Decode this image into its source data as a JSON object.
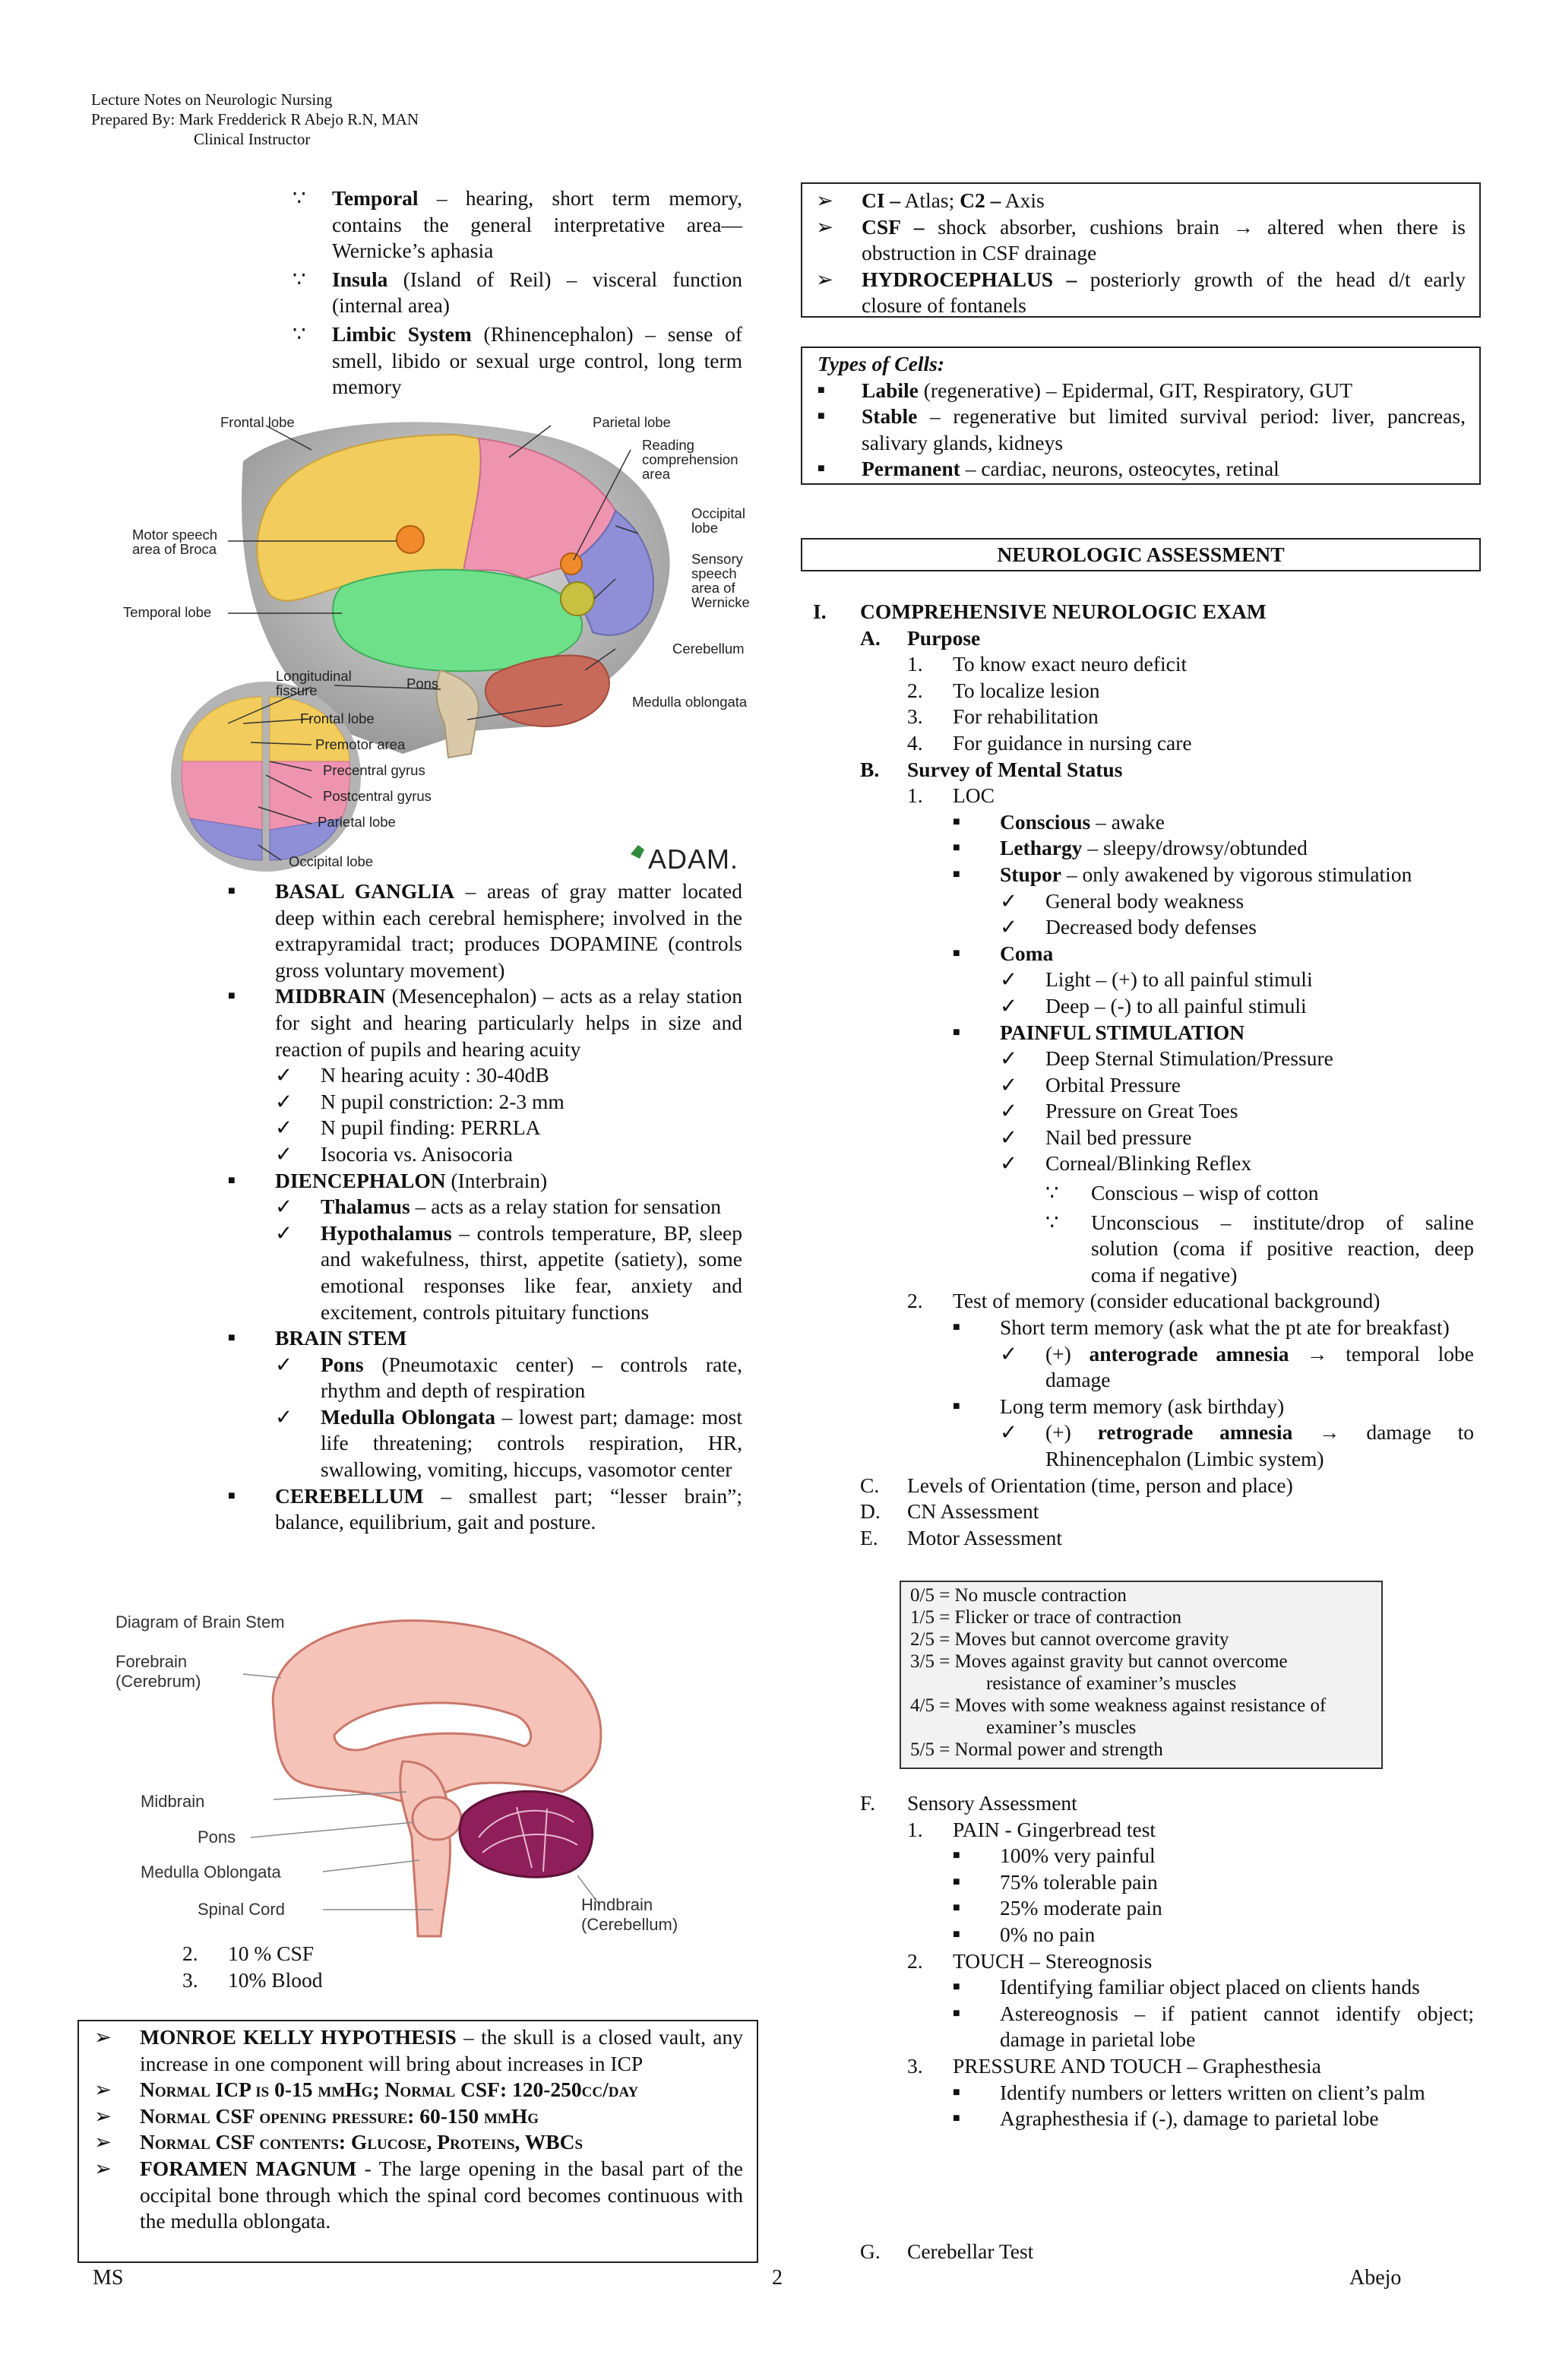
{
  "header": {
    "line1": "Lecture Notes on Neurologic Nursing",
    "line2": "Prepared By: Mark Fredderick R Abejo R.N, MAN",
    "line3": "Clinical Instructor"
  },
  "left_top": {
    "items": [
      {
        "term": "Temporal",
        "text": " – hearing, short term memory, contains the general interpretative area— Wernicke’s aphasia"
      },
      {
        "term": "Insula",
        "text": " (Island of Reil) – visceral function (internal area)"
      },
      {
        "term": "Limbic System",
        "text": " (Rhinencephalon) – sense of smell, libido or sexual urge control, long term memory"
      }
    ]
  },
  "brain_figure": {
    "labels": {
      "frontal": "Frontal lobe",
      "parietal": "Parietal lobe",
      "reading1": "Reading",
      "reading2": "comprehension",
      "reading3": "area",
      "occipital1": "Occipital",
      "occipital2": "lobe",
      "motor1": "Motor speech",
      "motor2": "area of Broca",
      "sensory1": "Sensory",
      "sensory2": "speech",
      "sensory3": "area of",
      "sensory4": "Wernicke",
      "temporal": "Temporal lobe",
      "cerebellum": "Cerebellum",
      "longitudinal1": "Longitudinal",
      "longitudinal2": "fissure",
      "pons": "Pons",
      "medulla": "Medulla oblongata",
      "frontal2": "Frontal lobe",
      "premotor": "Premotor area",
      "precentral": "Precentral gyrus",
      "postcentral": "Postcentral gyrus",
      "parietal2": "Parietal lobe",
      "occipital3": "Occipital lobe"
    },
    "logo": "ADAM."
  },
  "left_mid": {
    "basal": {
      "term": "BASAL GANGLIA",
      "text": " – areas of gray matter located deep within each cerebral hemisphere; involved in the extrapyramidal tract; produces DOPAMINE (controls gross voluntary movement)"
    },
    "midbrain": {
      "term": "MIDBRAIN",
      "text": " (Mesencephalon) – acts as a relay station for sight and hearing particularly helps in size and reaction of pupils and hearing acuity"
    },
    "midbrain_checks": [
      "N hearing acuity : 30-40dB",
      "N pupil constriction: 2-3 mm",
      "N pupil finding: PERRLA",
      "Isocoria vs. Anisocoria"
    ],
    "diencephalon": {
      "term": "DIENCEPHALON",
      "text": " (Interbrain)"
    },
    "thalamus": {
      "term": "Thalamus",
      "text": " – acts as a relay station for sensation"
    },
    "hypothalamus": {
      "term": "Hypothalamus",
      "text": " – controls temperature, BP, sleep and wakefulness, thirst, appetite (satiety), some emotional responses like fear, anxiety and excitement, controls pituitary functions"
    },
    "brainstem": {
      "term": "BRAIN STEM"
    },
    "pons": {
      "term": "Pons",
      "text": " (Pneumotaxic center) – controls rate, rhythm and depth of respiration"
    },
    "medulla": {
      "term": "Medulla Oblongata",
      "text": " – lowest part; damage: most life threatening; controls respiration, HR, swallowing, vomiting, hiccups, vasomotor center"
    },
    "cerebellum": {
      "term": "CEREBELLUM",
      "text": " – smallest part; “lesser brain”; balance, equilibrium, gait and posture."
    }
  },
  "stem_figure": {
    "title": "Diagram of Brain Stem",
    "forebrain1": "Forebrain",
    "forebrain2": "(Cerebrum)",
    "midbrain": "Midbrain",
    "pons": "Pons",
    "medulla": "Medulla Oblongata",
    "spinal": "Spinal Cord",
    "hindbrain1": "Hindbrain",
    "hindbrain2": "(Cerebellum)"
  },
  "left_bottom": {
    "numbered": [
      {
        "num": "2.",
        "text": "10 % CSF"
      },
      {
        "num": "3.",
        "text": "10% Blood"
      }
    ],
    "box": {
      "monroe": {
        "term": "MONROE KELLY HYPOTHESIS",
        "text": " – the skull is a closed vault, any increase in one component will bring about increases in ICP"
      },
      "icp": "Normal ICP is 0-15 mmHg; Normal CSF: 120-250cc/day",
      "opening": "Normal CSF opening pressure: 60-150 mmHg",
      "contents": "Normal CSF contents: Glucose, Proteins, WBCs",
      "foramen": {
        "term": "FORAMEN MAGNUM",
        "text": " - The large opening in the basal part of the occipital bone through which the spinal cord becomes continuous with the medulla oblongata."
      }
    }
  },
  "right_box1": {
    "ci_a": "CI –",
    "ci_b": " Atlas; ",
    "ci_c": "C2 –",
    "ci_d": " Axis",
    "csf": {
      "term": "CSF –",
      "text": " shock absorber, cushions brain ",
      "arrow": "→",
      "text2": " altered when there is obstruction in CSF drainage"
    },
    "hydro": {
      "term": "HYDROCEPHALUS –",
      "text": " posteriorly growth of the head d/t early closure of fontanels"
    }
  },
  "cells_box": {
    "title": "Types of Cells:",
    "items": [
      {
        "term": "Labile",
        "text": " (regenerative) – Epidermal, GIT,  Respiratory, GUT"
      },
      {
        "term": "Stable",
        "text": " – regenerative but limited survival period: liver, pancreas, salivary glands, kidneys"
      },
      {
        "term": "Permanent",
        "text": " – cardiac, neurons, osteocytes, retinal"
      }
    ]
  },
  "assessment": {
    "title": "NEUROLOGIC ASSESSMENT",
    "roman": "I.",
    "heading": "COMPREHENSIVE NEUROLOGIC EXAM",
    "A": {
      "letter": "A.",
      "title": "Purpose"
    },
    "purposes": [
      {
        "num": "1.",
        "text": "To know exact neuro deficit"
      },
      {
        "num": "2.",
        "text": "To localize lesion"
      },
      {
        "num": "3.",
        "text": "For rehabilitation"
      },
      {
        "num": "4.",
        "text": "For guidance in nursing care"
      }
    ],
    "B": {
      "letter": "B.",
      "title": "Survey of Mental Status"
    },
    "loc": {
      "num": "1.",
      "text": "LOC"
    },
    "conscious": {
      "term": "Conscious",
      "text": " – awake"
    },
    "lethargy": {
      "term": "Lethargy",
      "text": " – sleepy/drowsy/obtunded"
    },
    "stupor": {
      "term": "Stupor",
      "text": " – only awakened by vigorous stimulation"
    },
    "stupor_checks": [
      "General body weakness",
      "Decreased body defenses"
    ],
    "coma": {
      "term": "Coma"
    },
    "coma_checks": [
      "Light – (+) to all painful stimuli",
      "Deep – (-) to all painful stimuli"
    ],
    "painful": {
      "term": "PAINFUL STIMULATION"
    },
    "painful_checks": [
      "Deep Sternal Stimulation/Pressure",
      "Orbital Pressure",
      "Pressure on Great Toes",
      "Nail bed pressure",
      "Corneal/Blinking Reflex"
    ],
    "corneal": [
      "Conscious – wisp of cotton",
      "Unconscious – institute/drop of saline solution (coma if positive reaction, deep coma if negative)"
    ],
    "memory": {
      "num": "2.",
      "text": "Test of memory (consider educational background)"
    },
    "short": "Short term memory (ask what the pt ate for breakfast)",
    "antero": {
      "pre": "(+) ",
      "term": "anterograde amnesia",
      "arrow": "→",
      "text": " temporal lobe damage"
    },
    "long": "Long term memory (ask birthday)",
    "retro": {
      "pre": "(+) ",
      "term": "retrograde amnesia",
      "arrow": "→",
      "text": " damage to Rhinencephalon (Limbic system)"
    },
    "C": {
      "letter": "C.",
      "title": "Levels of Orientation (time, person and place)"
    },
    "D": {
      "letter": "D.",
      "title": "CN Assessment"
    },
    "E": {
      "letter": "E.",
      "title": "Motor Assessment"
    },
    "motor_scale": [
      "0/5 = No muscle contraction",
      "1/5 = Flicker or trace of contraction",
      "2/5 = Moves but cannot overcome gravity",
      "3/5 = Moves against gravity but cannot overcome",
      "resistance of examiner’s muscles",
      "4/5 = Moves with some weakness against resistance of",
      "examiner’s muscles",
      "5/5 = Normal power and strength"
    ],
    "F": {
      "letter": "F.",
      "title": "Sensory Assessment"
    },
    "pain": {
      "num": "1.",
      "text": "PAIN - Gingerbread test"
    },
    "pain_items": [
      "100% very painful",
      "75% tolerable pain",
      "25% moderate pain",
      "0% no pain"
    ],
    "touch": {
      "num": "2.",
      "text": "TOUCH – Stereognosis"
    },
    "touch_items": [
      "Identifying familiar object placed on clients hands",
      "Astereognosis – if patient cannot identify object; damage in parietal lobe"
    ],
    "pressure": {
      "num": "3.",
      "text": "PRESSURE AND TOUCH – Graphesthesia"
    },
    "pressure_items": [
      "Identify numbers or letters written on client’s palm",
      "Agraphesthesia if (-), damage to parietal lobe"
    ],
    "G": {
      "letter": "G.",
      "title": "Cerebellar Test"
    }
  },
  "footer": {
    "left": "MS",
    "center": "2",
    "right": "Abejo"
  }
}
